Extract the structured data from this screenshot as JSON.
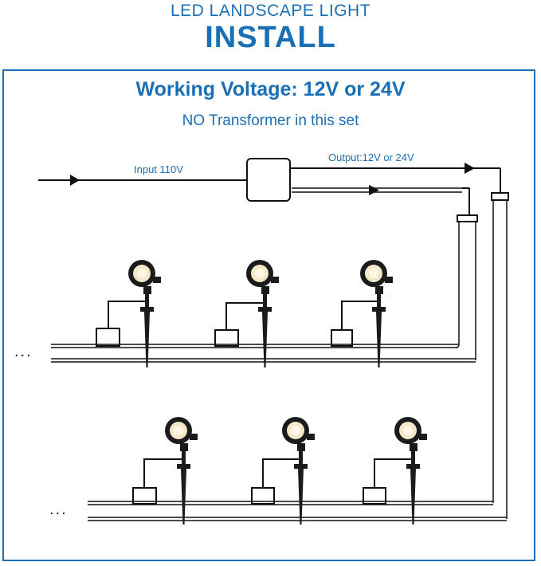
{
  "header": {
    "subtitle": "LED LANDSCAPE LIGHT",
    "title": "INSTALL"
  },
  "diagram": {
    "voltage_text": "Working Voltage: 12V or 24V",
    "transformer_note": "NO Transformer in this set",
    "input_label": "Input 110V",
    "output_label": "Output:12V or 24V",
    "continuation": "...",
    "lights_per_row": 3,
    "rows": 2
  },
  "colors": {
    "accent": "#1a6fb5",
    "line": "#222222",
    "lamp_face": "#f2e6c8"
  }
}
